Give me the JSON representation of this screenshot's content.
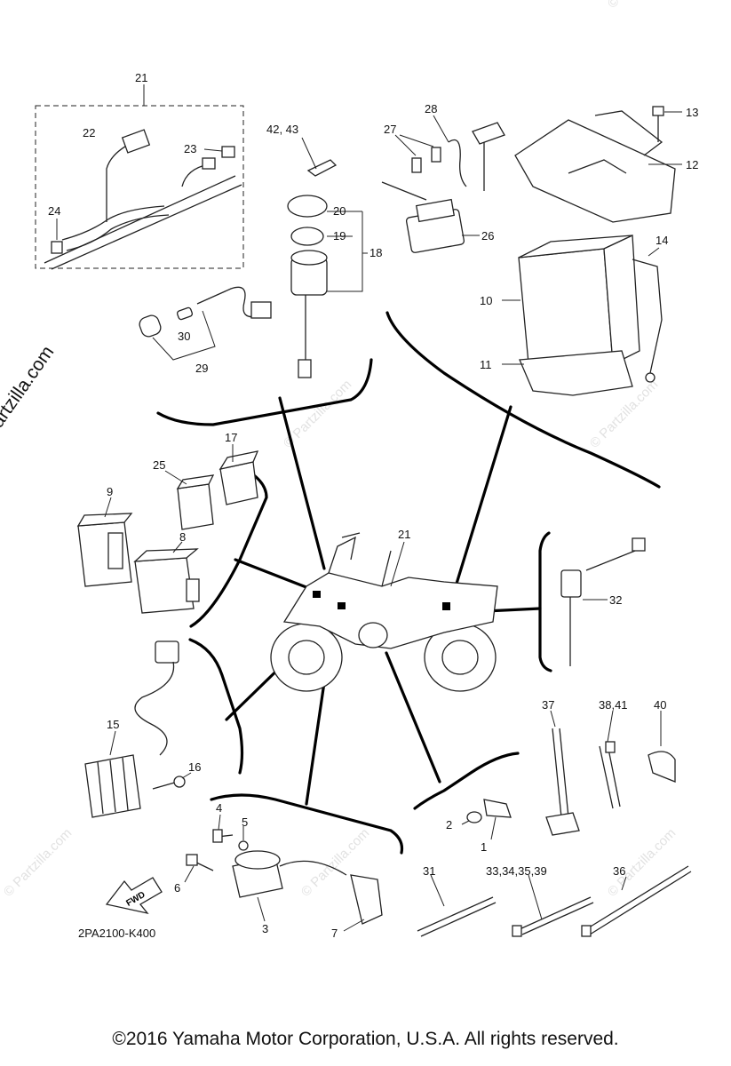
{
  "diagram_code": "2PA2100-K400",
  "fwd_label": "FWD",
  "copyright": "©2016  Yamaha Motor Corporation, U.S.A. All rights reserved.",
  "side_watermark": "© Partzilla.com",
  "watermark_text": "© Partzilla.com",
  "callouts": {
    "c1": "1",
    "c2": "2",
    "c3": "3",
    "c4": "4",
    "c5": "5",
    "c6": "6",
    "c7": "7",
    "c8": "8",
    "c9": "9",
    "c10": "10",
    "c11": "11",
    "c12": "12",
    "c13": "13",
    "c14": "14",
    "c15": "15",
    "c16": "16",
    "c17": "17",
    "c18": "18",
    "c19": "19",
    "c20": "20",
    "c21a": "21",
    "c21b": "21",
    "c22": "22",
    "c23": "23",
    "c24": "24",
    "c25": "25",
    "c26": "26",
    "c27": "27",
    "c28": "28",
    "c29": "29",
    "c30": "30",
    "c31": "31",
    "c32": "32",
    "c33": "33,34,35,39",
    "c36": "36",
    "c37": "37",
    "c38": "38,41",
    "c40": "40",
    "c42": "42, 43"
  }
}
